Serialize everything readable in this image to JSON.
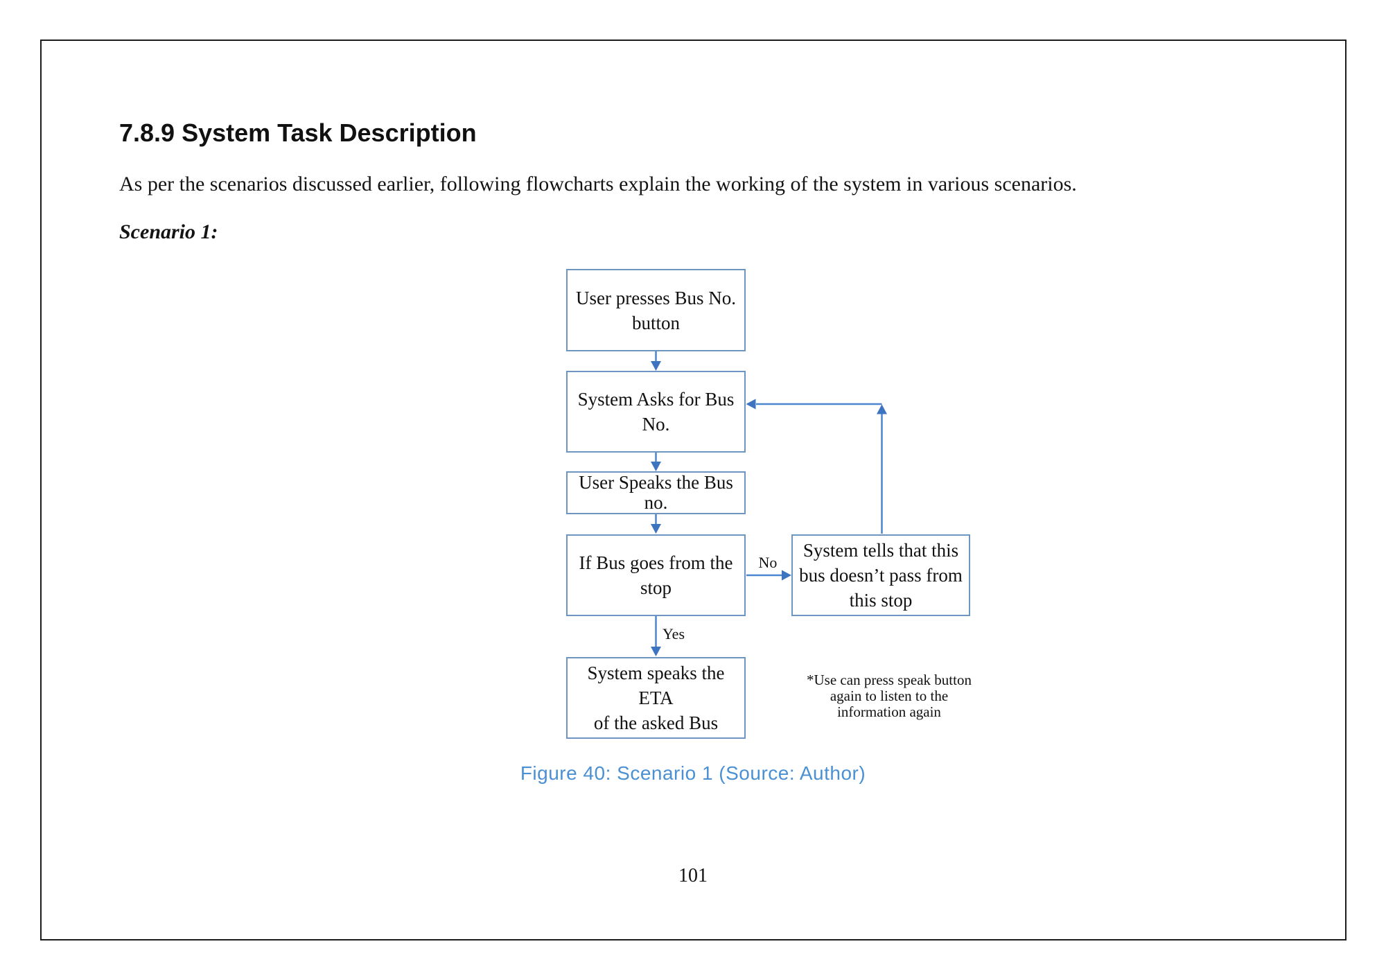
{
  "colors": {
    "box_border": "#6C96C1",
    "arrow_line": "#4C86CF",
    "arrow_head": "#3D74C0",
    "caption_text": "#4A90D2",
    "page_border": "#1c1c1c"
  },
  "page": {
    "heading": "7.8.9 System Task Description",
    "intro": "As per the scenarios discussed earlier, following flowcharts explain the working of the system in various scenarios.",
    "scenario_label": "Scenario 1:",
    "figure_caption": "Figure 40: Scenario 1 (Source: Author)",
    "page_number": "101"
  },
  "flowchart": {
    "boxes": [
      {
        "name": "user-presses-bus-no-button",
        "lines": [
          "User presses Bus No.",
          "button"
        ]
      },
      {
        "name": "system-asks-for-bus-no",
        "lines": [
          "System Asks for Bus",
          "No."
        ]
      },
      {
        "name": "user-speaks-the-bus-no",
        "lines": [
          "User Speaks the Bus",
          "no."
        ]
      },
      {
        "name": "if-bus-goes-from-the-stop",
        "lines": [
          "If Bus goes from the",
          "stop"
        ]
      },
      {
        "name": "system-speaks-eta",
        "lines": [
          "System speaks the ETA",
          "of the asked Bus"
        ]
      },
      {
        "name": "system-tells-bus-doesnt-pass",
        "lines": [
          "System tells that this",
          "bus doesn’t pass from",
          "this stop"
        ]
      }
    ],
    "decision_labels": {
      "yes": "Yes",
      "no": "No"
    },
    "note_lines": [
      "*Use can press speak button",
      "again to listen to the",
      "information again"
    ]
  }
}
